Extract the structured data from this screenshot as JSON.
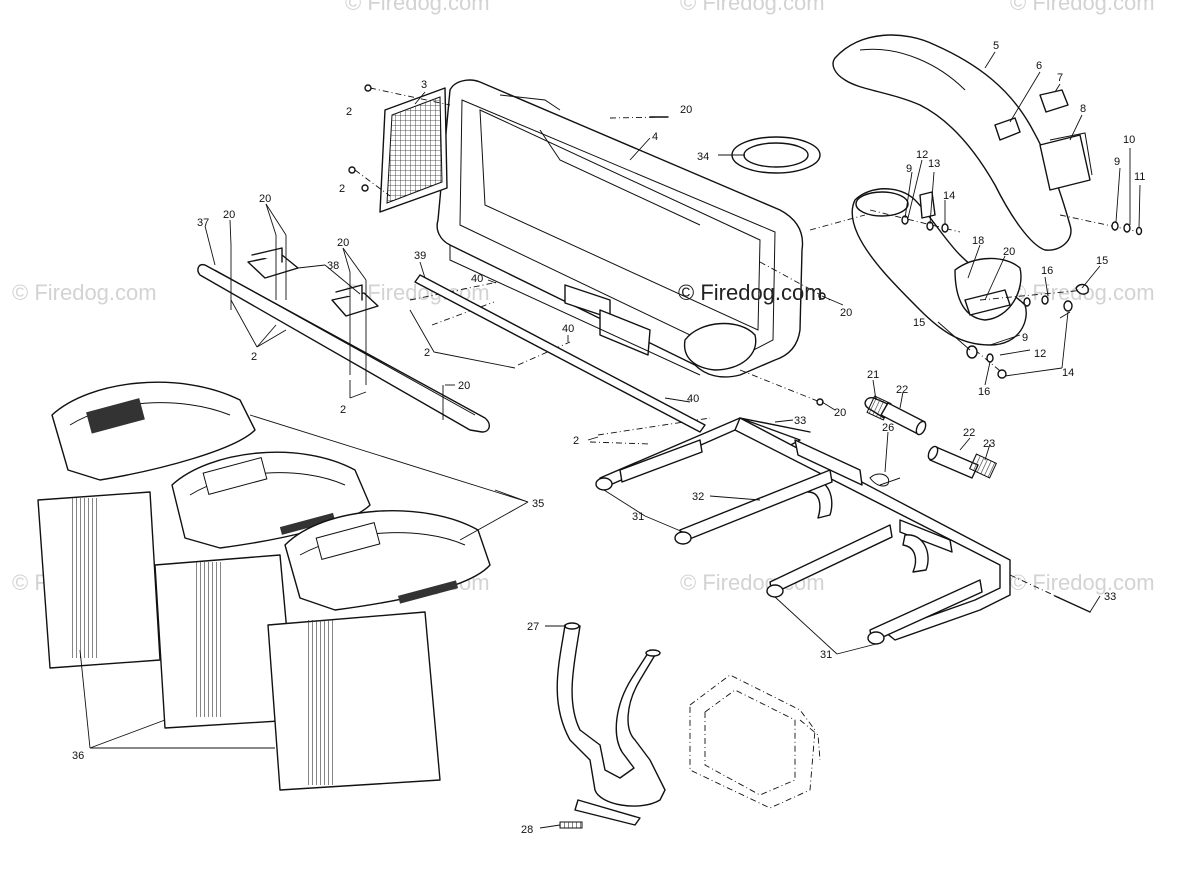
{
  "watermark": {
    "main": "© Firedog.com",
    "faded": "© Firedog.com"
  },
  "callouts": {
    "c2a": "2",
    "c3": "3",
    "c4": "4",
    "c20a": "20",
    "c5": "5",
    "c6": "6",
    "c7": "7",
    "c8": "8",
    "c10": "10",
    "c9a": "9",
    "c11": "11",
    "c34": "34",
    "c2b": "2",
    "c12a": "12",
    "c13": "13",
    "c9b": "9",
    "c14a": "14",
    "c18": "18",
    "c20b": "20",
    "c16a": "16",
    "c15a": "15",
    "c37": "37",
    "c20c": "20",
    "c20d": "20",
    "c20e": "20",
    "c38": "38",
    "c39": "39",
    "c40a": "40",
    "c2c": "2",
    "c40b": "40",
    "c2d": "2",
    "c2e": "2",
    "c20f": "20",
    "c9c": "9",
    "c12b": "12",
    "c15b": "15",
    "c16b": "16",
    "c14b": "14",
    "c21": "21",
    "c22a": "22",
    "c20g": "20",
    "c40c": "40",
    "c33a": "33",
    "c2f": "2",
    "c22b": "22",
    "c23": "23",
    "c26": "26",
    "c35": "35",
    "c32": "32",
    "c31a": "31",
    "c33b": "33",
    "c31b": "31",
    "c27": "27",
    "c36": "36",
    "c28": "28",
    "c20h": "20"
  }
}
